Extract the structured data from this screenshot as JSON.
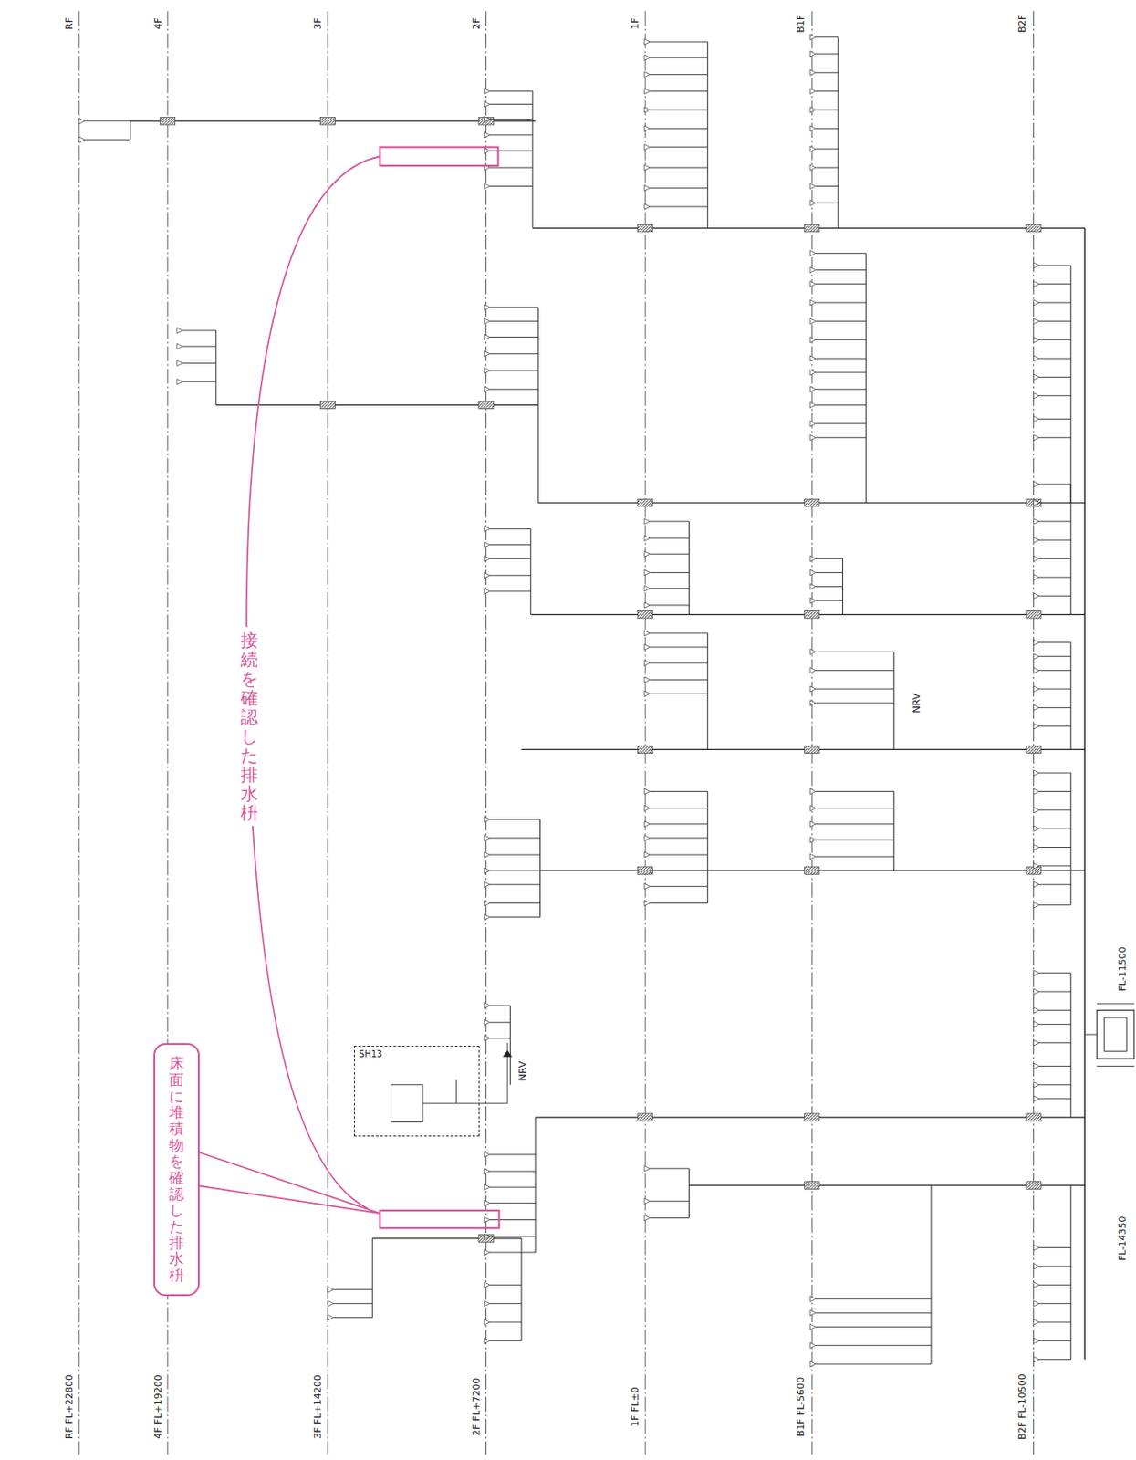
{
  "diagram": {
    "nodes": [
      {
        "text": [
          "床面に堆積物を 確認した排水枡"
        ]
      },
      {
        "text": [
          "SH13"
        ]
      }
    ],
    "labels": [
      "RF",
      "4F",
      "3F",
      "2F",
      "1F",
      "B1F",
      "B2F",
      "RF FL+22800",
      "4F FL+19200",
      "3F FL+14200",
      "2F FL+7200",
      "1F FL±0",
      "B1F FL-5600",
      "B2F FL-10500",
      "接続を確認した排水枡",
      "FL-14350",
      "FL-11500",
      "NRV",
      "NRV"
    ]
  }
}
